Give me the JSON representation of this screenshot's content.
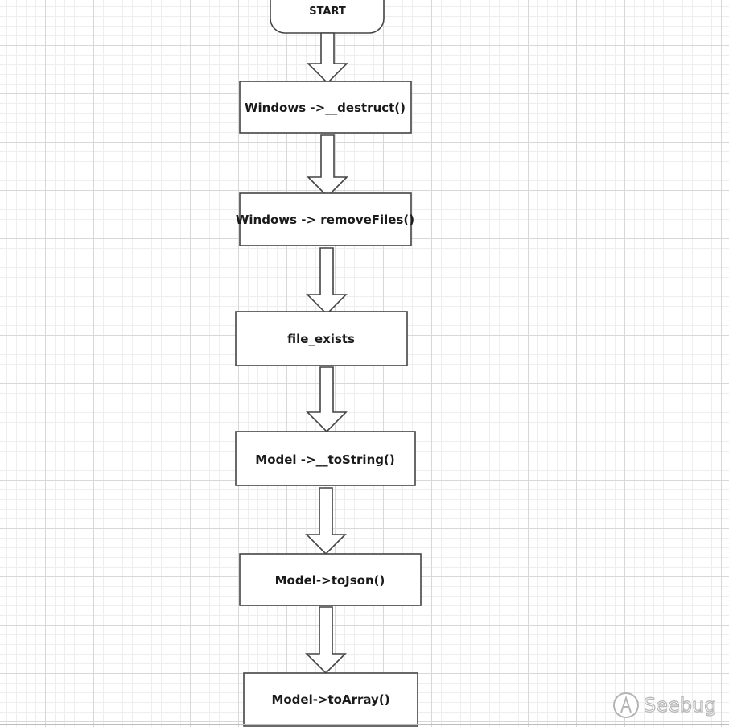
{
  "flowchart": {
    "start_label": "START",
    "steps": [
      "Windows ->__destruct()",
      "Windows -> removeFiles()",
      "file_exists",
      "Model ->__toString()",
      "Model->toJson()",
      "Model->toArray()"
    ]
  },
  "watermark": {
    "text": "Seebug",
    "icon": "seebug-logo-icon"
  },
  "colors": {
    "stroke": "#444444",
    "node_fill": "#ffffff",
    "grid_major": "#d8d8d8",
    "grid_minor": "#eeeeee"
  }
}
